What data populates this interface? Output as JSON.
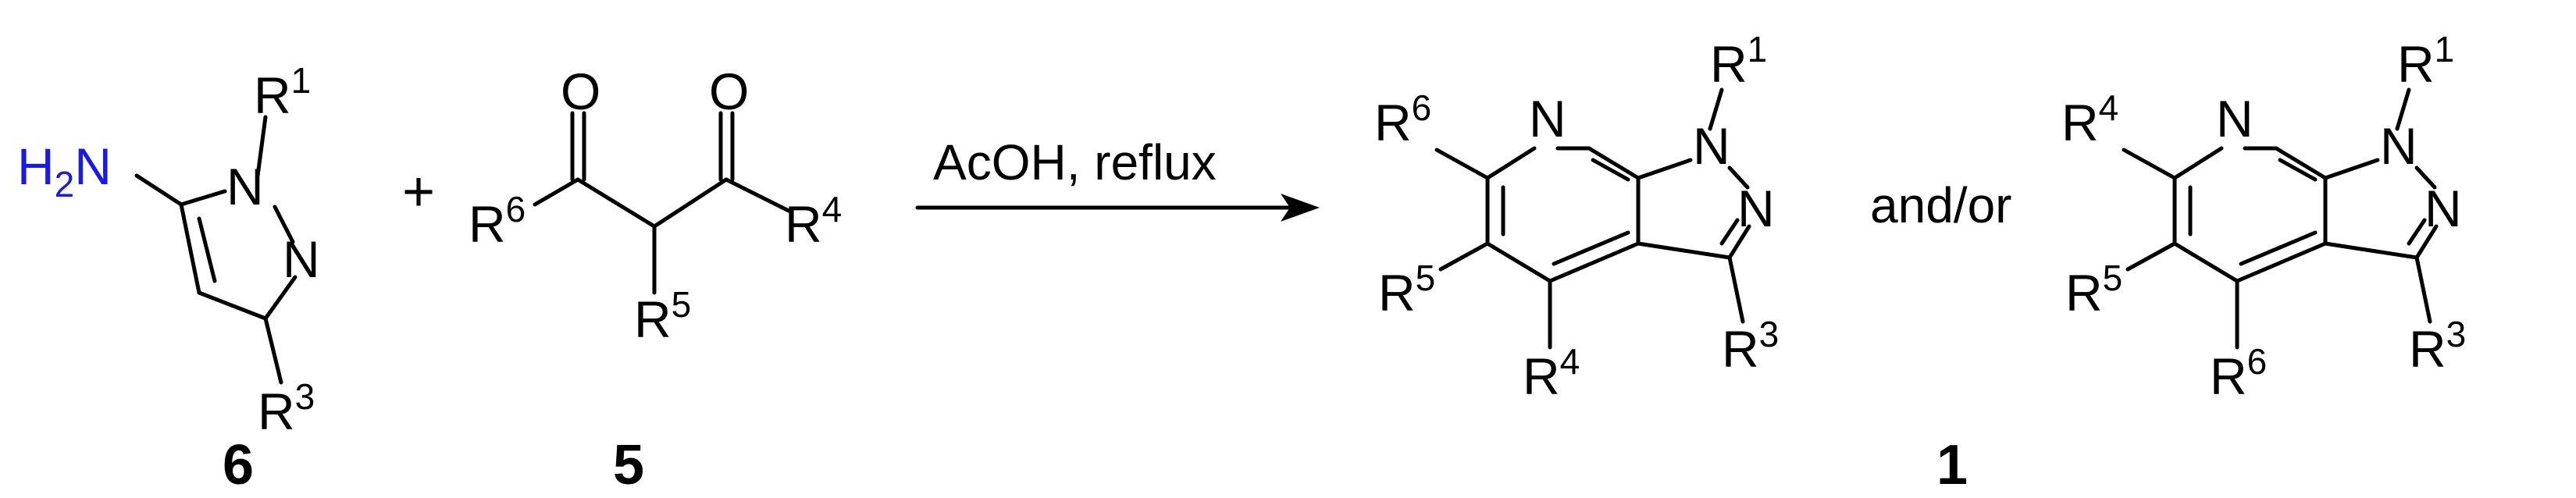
{
  "colors": {
    "nitrogen": "#1a1ae6",
    "oxygen": "#e60000",
    "carbon": "#000000"
  },
  "atoms": {
    "N": "N",
    "O": "O",
    "H": "H",
    "sub2": "2"
  },
  "groups": {
    "R": "R",
    "r1": "1",
    "r3": "3",
    "r4": "4",
    "r5": "5",
    "r6": "6"
  },
  "reagents": {
    "plus": "+",
    "conditions": "AcOH, reflux"
  },
  "connector": "and/or",
  "compounds": {
    "aminopyrazole": "6",
    "diketone": "5",
    "product": "1"
  }
}
